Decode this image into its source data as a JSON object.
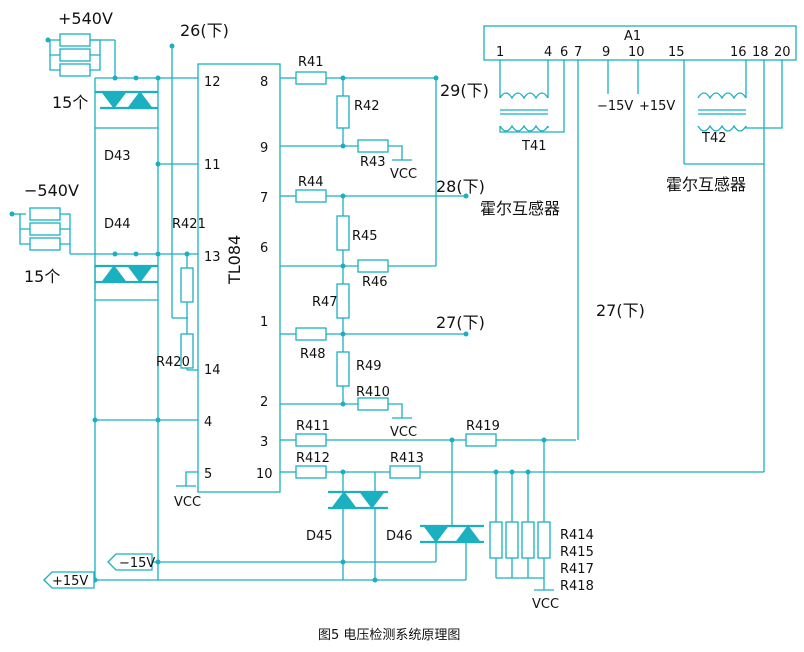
{
  "diagram": {
    "caption": "图5  电压检测系统原理图",
    "ic": {
      "name": "TL084",
      "pins": [
        "12",
        "11",
        "13",
        "14",
        "4",
        "5",
        "8",
        "9",
        "7",
        "6",
        "1",
        "2",
        "3",
        "10"
      ]
    },
    "rails": {
      "pos_hv": "+540V",
      "neg_hv": "−540V",
      "pos15": "+15V",
      "neg15": "−15V"
    },
    "counts": {
      "top": "15个",
      "bottom": "15个"
    },
    "refs": {
      "r26": "26(下)",
      "r29": "29(下)",
      "r28": "28(下)",
      "r27a": "27(下)",
      "r27b": "27(下)"
    },
    "diodes": [
      "D43",
      "D44",
      "D45",
      "D46"
    ],
    "resistors": {
      "R41": "R41",
      "R42": "R42",
      "R43": "R43",
      "R44": "R44",
      "R45": "R45",
      "R46": "R46",
      "R47": "R47",
      "R48": "R48",
      "R49": "R49",
      "R410": "R410",
      "R411": "R411",
      "R412": "R412",
      "R413": "R413",
      "R419": "R419",
      "R420": "R420",
      "R421": "R421"
    },
    "r_stack": [
      "R414",
      "R415",
      "R417",
      "R418"
    ],
    "vcc": "VCC",
    "a1": {
      "title": "A1",
      "pins": [
        "1",
        "4",
        "6",
        "7",
        "9",
        "10",
        "15",
        "16",
        "18",
        "20"
      ],
      "neg15": "−15V",
      "pos15": "+15V",
      "t41": "T41",
      "t42": "T42",
      "hall_left": "霍尔互感器",
      "hall_right": "霍尔互感器"
    }
  }
}
